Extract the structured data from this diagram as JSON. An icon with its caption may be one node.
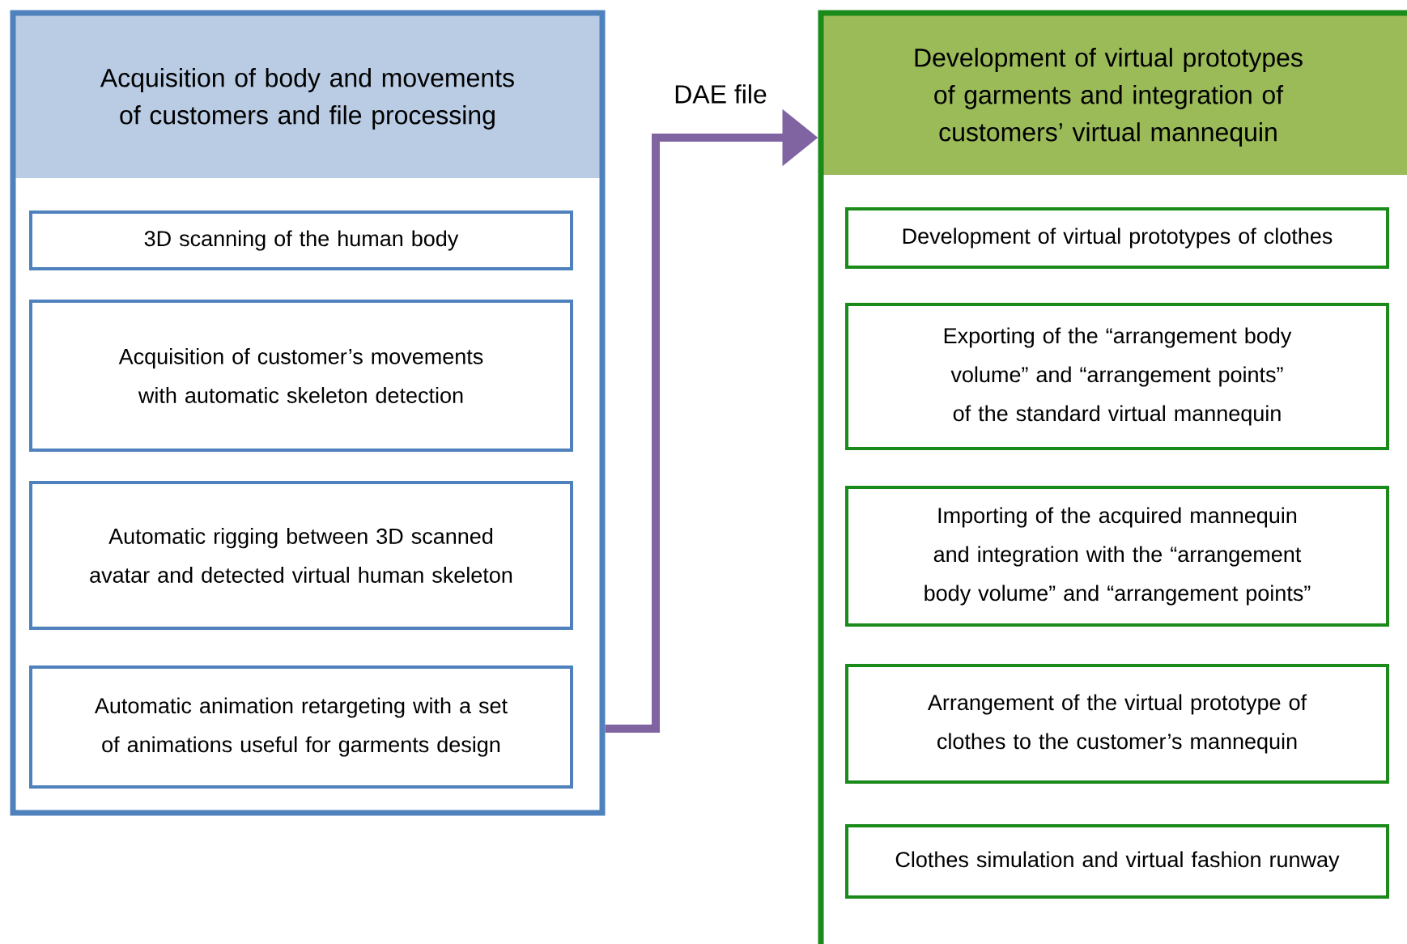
{
  "diagram": {
    "nodes": [
      {
        "text": [
          "Acquisition of body and movements of customers and file processing"
        ]
      },
      {
        "text": [
          "3D scanning of the human body"
        ],
        "in": 0
      },
      {
        "text": [
          "Acquisition of customer’s movements with automatic skeleton detection"
        ],
        "in": 0
      },
      {
        "text": [
          "Automatic rigging between 3D scanned avatar and detected virtual human skeleton"
        ],
        "in": 0
      },
      {
        "text": [
          "Automatic animation retargeting with a set of animations useful for garments design"
        ],
        "in": 0
      },
      {
        "text": [
          "Development of virtual prototypes of garments and integration of customers’ virtual mannequin"
        ]
      },
      {
        "text": [
          "Development of virtual prototypes of clothes"
        ],
        "in": 5
      },
      {
        "text": [
          "Exporting of the “arrangement body volume” and “arrangement points” of the standard virtual mannequin"
        ],
        "in": 5
      },
      {
        "text": [
          "Importing of the acquired mannequin and integration with the “arrangement body volume” and “arrangement points”"
        ],
        "in": 5
      },
      {
        "text": [
          "Arrangement of the virtual prototype of clothes to the customer’s mannequin"
        ],
        "in": 5
      },
      {
        "text": [
          "Clothes simulation and virtual fashion runway"
        ],
        "in": 5
      }
    ],
    "edges": [
      {
        "from": 0,
        "to": 5,
        "arrow": "to",
        "label": "DAE file"
      }
    ]
  }
}
